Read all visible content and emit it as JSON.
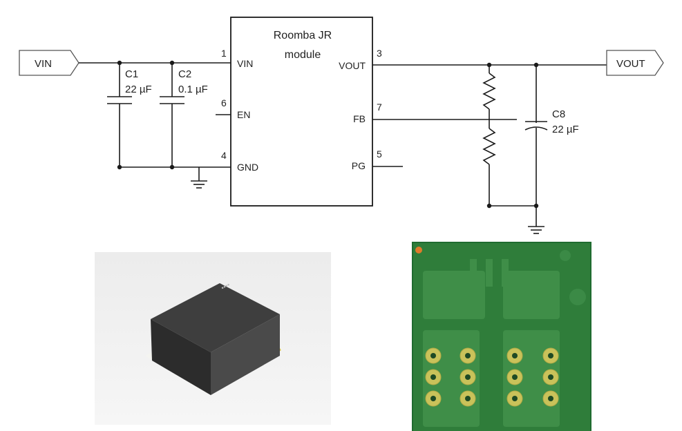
{
  "module": {
    "title_line1": "Roomba JR",
    "title_line2": "module",
    "pins": {
      "vin": {
        "number": "1",
        "name": "VIN"
      },
      "en": {
        "number": "6",
        "name": "EN"
      },
      "gnd": {
        "number": "4",
        "name": "GND"
      },
      "vout": {
        "number": "3",
        "name": "VOUT"
      },
      "fb": {
        "number": "7",
        "name": "FB"
      },
      "pg": {
        "number": "5",
        "name": "PG"
      }
    }
  },
  "ports": {
    "input": "VIN",
    "output": "VOUT"
  },
  "capacitors": {
    "c1": {
      "ref": "C1",
      "value": "22 µF"
    },
    "c2": {
      "ref": "C2",
      "value": "0.1 µF"
    },
    "c8": {
      "ref": "C8",
      "value": "22 µF"
    }
  },
  "images": {
    "package_3d": "3d-package-render",
    "pcb_footprint": "pcb-footprint-render"
  },
  "colors": {
    "wire": "#1a1a1a",
    "pcb_green": "#2f7d3a",
    "pcb_pad": "#c9c25a",
    "chip_body": "#3a3a3a",
    "chip_leads": "#d8c64a"
  }
}
